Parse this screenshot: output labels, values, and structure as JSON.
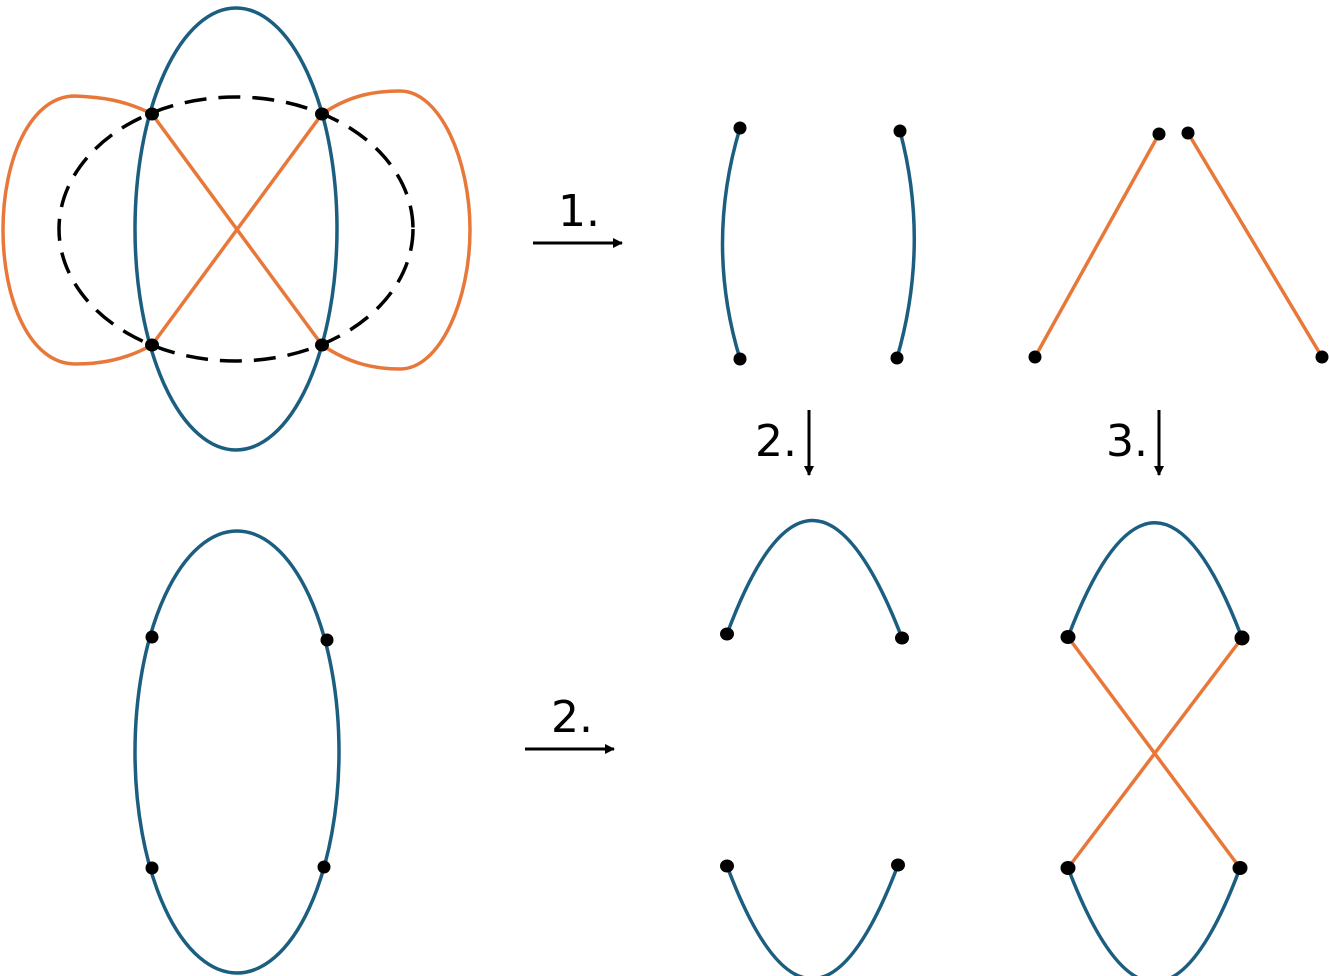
{
  "colors": {
    "blue": "#1b5e80",
    "orange": "#e8783a",
    "black": "#000000"
  },
  "labels": {
    "step1": "1.",
    "step2_down": "2.",
    "step3_down": "3.",
    "step2_right": "2."
  }
}
